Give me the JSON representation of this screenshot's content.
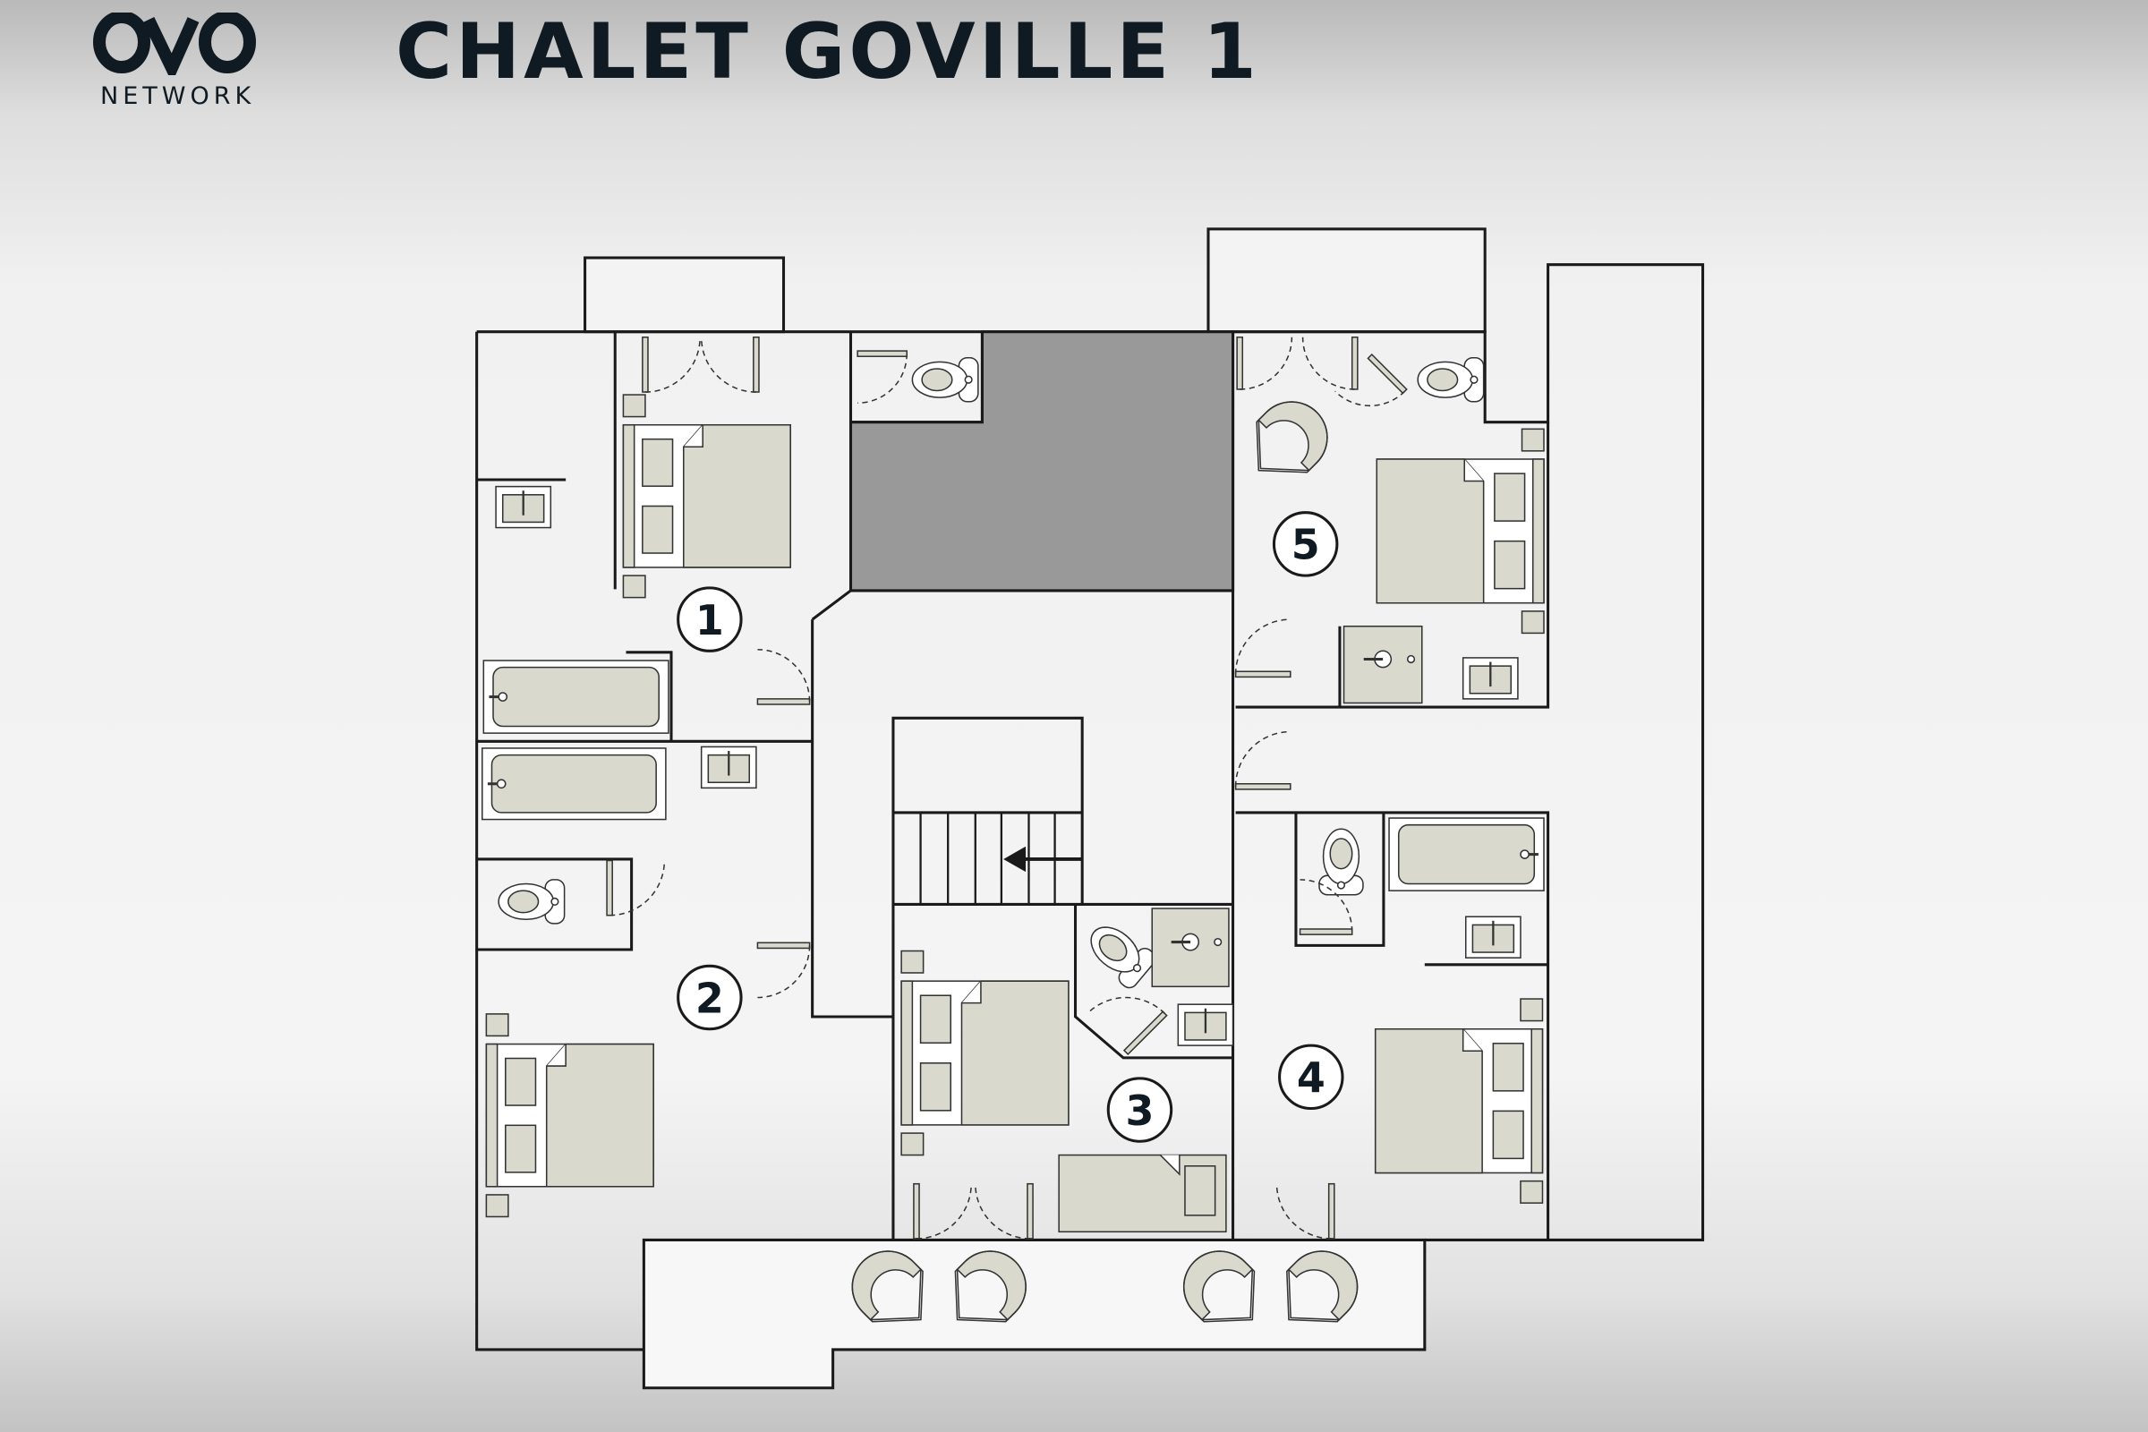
{
  "header": {
    "logo_text": "NETWORK",
    "logo_mark": "OVO",
    "title": "CHALET GOVILLE 1"
  },
  "rooms": [
    {
      "number": "1"
    },
    {
      "number": "2"
    },
    {
      "number": "3"
    },
    {
      "number": "4"
    },
    {
      "number": "5"
    }
  ],
  "colors": {
    "wall": "#1a1a1a",
    "furniture": "#d9dacd",
    "shaft": "#999999",
    "text": "#0f1a22"
  }
}
